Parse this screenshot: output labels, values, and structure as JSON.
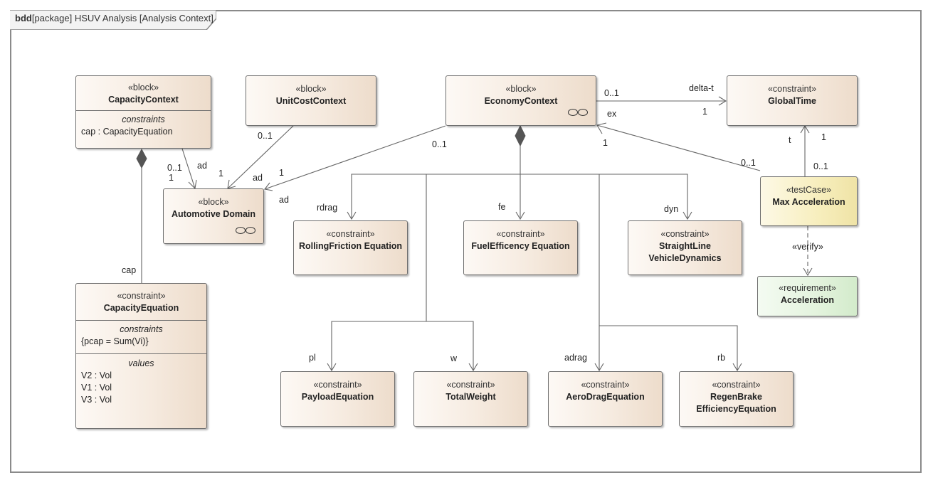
{
  "frame": {
    "kind": "bdd",
    "title": "[package] HSUV Analysis [Analysis Context]"
  },
  "blocks": {
    "capacityContext": {
      "stereotype": "«block»",
      "name": "CapacityContext",
      "compartments": [
        {
          "title": "constraints",
          "items": [
            "cap : CapacityEquation"
          ]
        }
      ]
    },
    "unitCostContext": {
      "stereotype": "«block»",
      "name": "UnitCostContext"
    },
    "economyContext": {
      "stereotype": "«block»",
      "name": "EconomyContext"
    },
    "globalTime": {
      "stereotype": "«constraint»",
      "name": "GlobalTime"
    },
    "automotiveDomain": {
      "stereotype": "«block»",
      "name": "Automotive Domain"
    },
    "maxAcceleration": {
      "stereotype": "«testCase»",
      "name": "Max Acceleration"
    },
    "acceleration": {
      "stereotype": "«requirement»",
      "name": "Acceleration"
    },
    "rollingFriction": {
      "stereotype": "«constraint»",
      "name": "RollingFriction Equation"
    },
    "fuelEfficency": {
      "stereotype": "«constraint»",
      "name": "FuelEfficency Equation"
    },
    "straightLine": {
      "stereotype": "«constraint»",
      "name_line1": "StraightLine",
      "name_line2": "VehicleDynamics"
    },
    "capacityEquation": {
      "stereotype": "«constraint»",
      "name": "CapacityEquation",
      "compartments": [
        {
          "title": "constraints",
          "items": [
            "{pcap = Sum(Vi)}"
          ]
        },
        {
          "title": "values",
          "items": [
            "V2 : Vol",
            "V1 : Vol",
            "V3 : Vol"
          ]
        }
      ]
    },
    "payloadEquation": {
      "stereotype": "«constraint»",
      "name": "PayloadEquation"
    },
    "totalWeight": {
      "stereotype": "«constraint»",
      "name": "TotalWeight"
    },
    "aeroDrag": {
      "stereotype": "«constraint»",
      "name": "AeroDragEquation"
    },
    "regenBrake": {
      "stereotype": "«constraint»",
      "name_line1": "RegenBrake",
      "name_line2": "EfficiencyEquation"
    }
  },
  "labels": {
    "ec_gt_mult_src": "0..1",
    "ec_gt_role": "delta-t",
    "ec_gt_mult_tgt": "1",
    "ex_role": "ex",
    "ex_mult": "1",
    "ma_ec_mult": "0..1",
    "ma_gt_role": "t",
    "ma_gt_mult_tgt": "1",
    "ma_gt_mult_src": "0..1",
    "verify": "«verify»",
    "cc_ad_mult_src": "0..1",
    "cc_ad_mult_tgt": "1",
    "cc_ad_role": "ad",
    "uc_ad_mult_src": "0..1",
    "uc_ad_mult_tgt": "1",
    "uc_ad_role": "ad",
    "ec_ad_mult_src": "0..1",
    "ec_ad_mult_tgt": "1",
    "ec_ad_role": "ad",
    "cap_role": "cap",
    "rdrag_role": "rdrag",
    "fe_role": "fe",
    "dyn_role": "dyn",
    "pl_role": "pl",
    "w_role": "w",
    "adrag_role": "adrag",
    "rb_role": "rb"
  },
  "icons": {
    "composite": "chain-rings-icon"
  },
  "colors": {
    "block": "#f6ebe0",
    "testCase": "#f7eebd",
    "requirement": "#e3f3dd",
    "line": "#666666"
  }
}
